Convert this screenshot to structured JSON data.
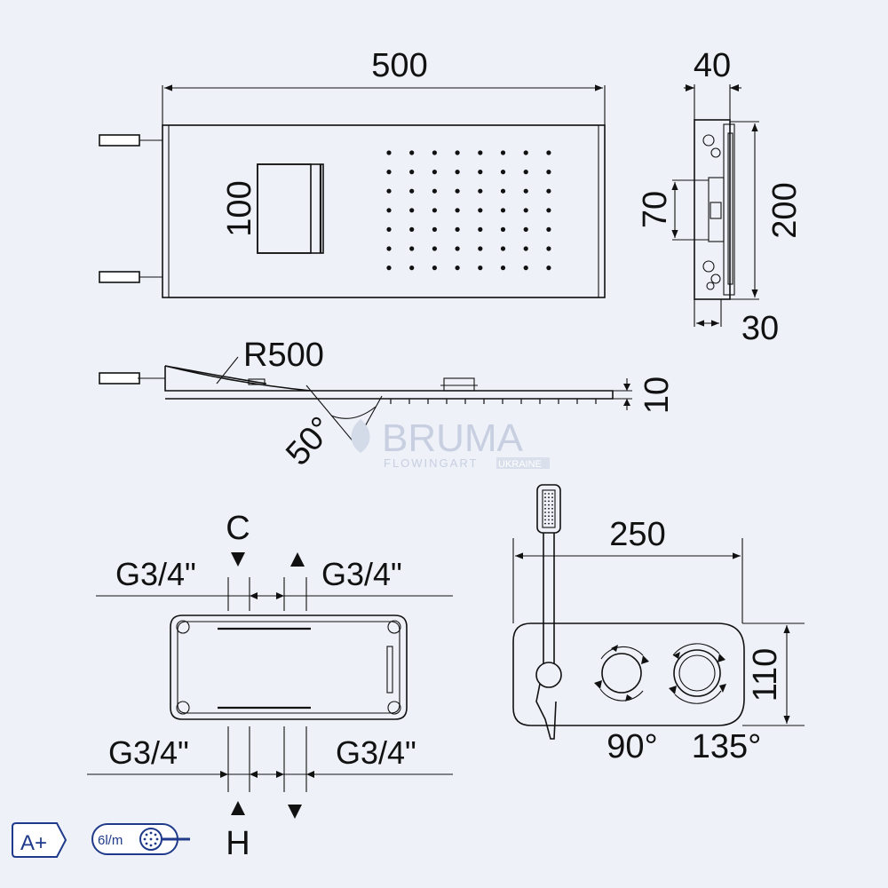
{
  "top_view": {
    "width": "500",
    "height": "100"
  },
  "side_view": {
    "depth": "40",
    "height": "200",
    "inlet": "70",
    "base": "30"
  },
  "profile_view": {
    "radius": "R500",
    "thickness": "10",
    "angle": "50°"
  },
  "watermark": {
    "brand": "BRUMA",
    "tagline": "FLOWINGART",
    "region": "UKRAINE"
  },
  "valve_view": {
    "cold_label": "C",
    "hot_label": "H",
    "port_top_left": "G3/4\"",
    "port_top_right": "G3/4\"",
    "port_bottom_left": "G3/4\"",
    "port_bottom_right": "G3/4\""
  },
  "mixer_view": {
    "width": "250",
    "height": "110",
    "angle_left": "90°",
    "angle_right": "135°"
  },
  "badges": {
    "energy_class": "A+",
    "flow_rate": "6l/m"
  },
  "colors": {
    "background": "#eef1f8",
    "line": "#111111",
    "watermark": "#c7cfe0"
  }
}
